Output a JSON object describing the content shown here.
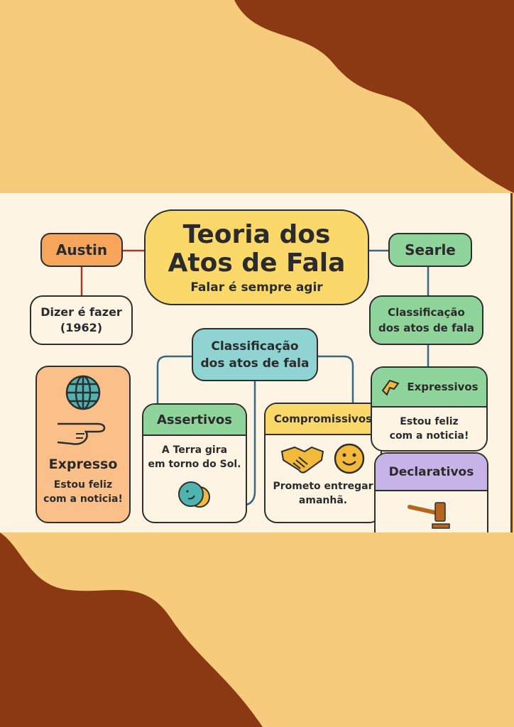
{
  "title": {
    "line1": "Teoria dos",
    "line2": "Atos de Fala",
    "subtitle": "Falar é sempre agir"
  },
  "austin": {
    "label": "Austin",
    "detail_line1": "Dizer é fazer",
    "detail_line2": "(1962)"
  },
  "searle": {
    "label": "Searle",
    "classification_line1": "Classificação",
    "classification_line2": "dos atos de fala"
  },
  "center_classification": {
    "line1": "Classificação",
    "line2": "dos atos de fala"
  },
  "expresso": {
    "title": "Expresso",
    "line1": "Estou feliz",
    "line2": "com a noticia!",
    "icons": [
      "globe-icon",
      "pointing-hand-icon"
    ]
  },
  "assertivos": {
    "title": "Assertivos",
    "line1": "A Terra gira",
    "line2": "em torno do Sol.",
    "icon": "smiling-blob-icon"
  },
  "compromissivos": {
    "title": "Compromissivos",
    "line1": "Prometo entregar",
    "line2": "amanhã.",
    "icons": [
      "handshake-icon",
      "smiley-icon"
    ]
  },
  "expressivos": {
    "title": "Expressivos",
    "line1": "Estou feliz",
    "line2": "com a noticia!",
    "icon": "hand-icon"
  },
  "declarativos": {
    "title": "Declarativos",
    "icon": "gavel-icon"
  },
  "colors": {
    "background": "#f6cb7c",
    "wave": "#8a3913",
    "title": "#fbd86a",
    "austin": "#f6a55a",
    "searle": "#8fd49a",
    "center": "#8fd3d3",
    "expresso": "#fbbf8a",
    "declarativos": "#c6b3e8"
  }
}
